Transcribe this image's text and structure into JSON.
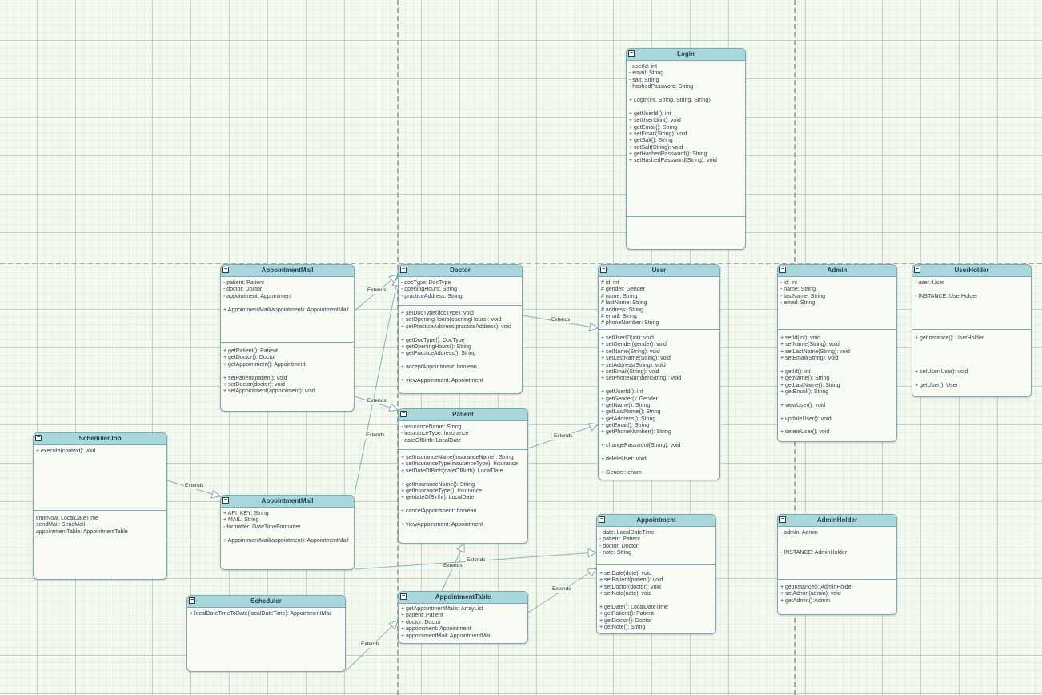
{
  "classes": {
    "login": {
      "title": "Login",
      "attributes": [
        "- userId: int",
        "- email: String",
        "- salt: String",
        "- hashedPassword: String"
      ],
      "constructor": "+ Login(int, String, String, String)",
      "methods": [
        "+ getUserId(): int",
        "+ setUserId(int): void",
        "+ getEmail(): String",
        "+ setEmail(String): void",
        "+ getSalt(): String",
        "+ setSalt(String): void",
        "+ getHashedPassword(): String",
        "+ setHashedPassword(String): void"
      ]
    },
    "appointment_mail_top": {
      "title": "AppointmentMail",
      "attributes": [
        "- patient: Patient",
        "- doctor: Doctor",
        "- appointment: Appointment"
      ],
      "constructor": "+ AppointmentMail(appointment): AppointmentMail",
      "methods_group1": [
        "+ getPatient(): Patient",
        "+ getDoctor(): Doctor",
        "+ getAppointment(): Appointment"
      ],
      "methods_group2": [
        "+ setPatient(patient): void",
        "+ setDoctor(doctor): void",
        "+ setAppointment(appointment): void"
      ]
    },
    "doctor": {
      "title": "Doctor",
      "attributes": [
        "- docType: DocType",
        "- openingHours: String",
        "- practiceAddress: String"
      ],
      "methods_group1": [
        "+ setDocType(docType): void",
        "+ setOpeningHours(openingHours): void",
        "+ setPracticeAddress(practiceAddress): void"
      ],
      "methods_group2": [
        "+ getDocType(): DocType",
        "+ getOpeningHours(): String",
        "+ getPracticeAddress(): String"
      ],
      "method_accept": "+ acceptAppointment: boolean",
      "method_view": "+ viewAppointment: Appointment"
    },
    "user": {
      "title": "User",
      "attributes": [
        "# id: int",
        "# gender: Gender",
        "# name: String",
        "# lastName: String",
        "# address: String",
        "# email: String",
        "# phoneNumber: String"
      ],
      "methods_group1": [
        "+ setUserID(int): void",
        "+ setGender(gender): void",
        "+ setName(String): void",
        "+ setLastName(String): void",
        "+ setAddress(String): void",
        "+ setEmail(String): void",
        "+ setPhoneNumber(String): void"
      ],
      "methods_group2": [
        "+ getUserId(): int",
        "+ getGender(): Gender",
        "+ getName(): String",
        "+ getLastName(): String",
        "+ getAddress(): String",
        "+ getEmail(): String",
        "+ getPhoneNumber(): String"
      ],
      "method_change_password": "+ changePassword(String): void",
      "method_delete": "+ deleteUser: void",
      "method_gender": "+ Gender: enum"
    },
    "admin": {
      "title": "Admin",
      "attributes": [
        "- id: int",
        "- name: String",
        "- lastName: String",
        "- email: String"
      ],
      "methods_group1": [
        "+ setId(int): void",
        "+ setName(String): void",
        "+ setLastName(String): void",
        "+ setEmail(String): void"
      ],
      "methods_group2": [
        "+ getId(): int",
        "+ getName(): String",
        "+ getLastName(): String",
        "+ getEmail(): String"
      ],
      "method_view": "+ viewUser(): void",
      "method_update": "+ updateUser(): void",
      "method_delete": "+ deleteUser(): void"
    },
    "user_holder": {
      "title": "UserHolder",
      "attr_user": "- user: User",
      "attr_instance": "- INSTANCE: UserHolder",
      "method_get_instance": "+ getInstance(): UserHolder",
      "method_set_user": "+ setUser(User): void",
      "method_get_user": "+ getUser(): User"
    },
    "patient": {
      "title": "Patient",
      "attributes": [
        "- insuranceName: String",
        "- insuranceType: Insurance",
        "- dateOfBirth: LocalDate"
      ],
      "methods_group1": [
        "+ setInsuranceName(insuranceName): String",
        "+ setInsuranceType(insuranceType): Insurance",
        "+ setDateOfBirth(dateOfBirth): LocalDate"
      ],
      "methods_group2": [
        "+ getInsuranceName(): String",
        "+ getInsuranceType(): Insurance",
        "+ getdateOfBirth(): LocalDate"
      ],
      "method_cancel": "+ cancelAppointment: boolean",
      "method_view": "+ viewAppointment: Appointment"
    },
    "scheduler_job": {
      "title": "SchedulerJob",
      "methods": [
        "+ execute(context): void"
      ],
      "attributes": [
        "timeNow: LocalDateTime",
        "sendMail: SendMail",
        "appointmentTable: AppointmentTable"
      ]
    },
    "appointment_mail_bottom": {
      "title": "AppointmentMail",
      "attributes": [
        "+ API_KEY: String",
        "+ MAIL: String",
        "- formatter: DateTimeFormatter"
      ],
      "constructor": "+ AppointmentMail(appointment): AppointmentMail"
    },
    "appointment": {
      "title": "Appointment",
      "attributes": [
        "- date: LocalDateTime",
        "- patient: Patient",
        "- doctor: Doctor",
        "- note: String"
      ],
      "methods_group1": [
        "+ setDate(date): void",
        "+ setPatient(patient): void",
        "+ setDoctor(doctor): void",
        "+ setNote(note): void"
      ],
      "methods_group2": [
        "+ getDate(): LocalDateTime",
        "+ getPatient(): Patient",
        "+ getDoctor(): Doctor",
        "+ getNote(): String"
      ]
    },
    "admin_holder": {
      "title": "AdminHolder",
      "attr_admin": "- admin: Admin",
      "attr_instance": "- INSTANCE: AdminHolder",
      "methods": [
        "+ getInstance(): AdminHolder",
        "+ setAdmin(admin): void",
        "+ getAdmin():Admin"
      ]
    },
    "scheduler": {
      "title": "Scheduler",
      "methods": [
        "+ localDateTimeToDate(localDateTime): AppointmentMail"
      ]
    },
    "appointment_table": {
      "title": "AppointmentTable",
      "methods": [
        "+ getAppointmentMails: ArrayList"
      ],
      "attributes": [
        "+ patient: Patient",
        "+ doctor: Doctor",
        "+ appointment: Appointment",
        "+ appointmentMail: AppointmentMail"
      ]
    }
  },
  "edge_label": "Extends",
  "colors": {
    "header_fill": "#a8d8dc",
    "border": "#7fa8b4",
    "wire": "#8fb1bb",
    "background": "#f3f9ee"
  }
}
